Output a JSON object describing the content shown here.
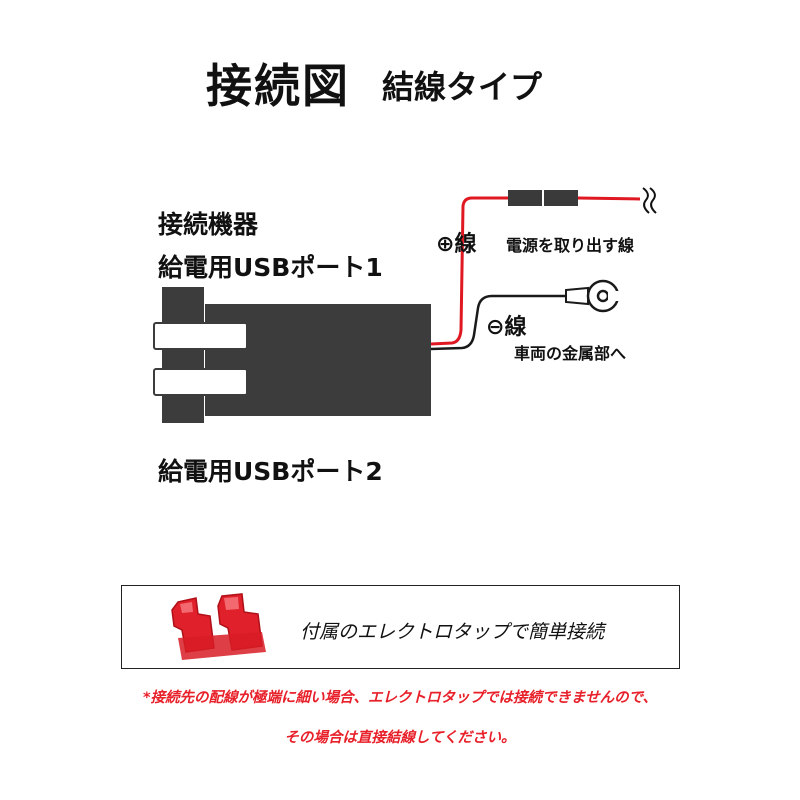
{
  "title": {
    "main": "接続図",
    "sub": "結線タイプ"
  },
  "device": {
    "label_line1": "接続機器",
    "label_line2": "給電用USBポート1",
    "port2_label": "給電用USBポート2"
  },
  "positive_wire": {
    "symbol": "⊕",
    "label": "線",
    "description": "電源を取り出す線"
  },
  "negative_wire": {
    "symbol": "⊖",
    "label": "線",
    "description": "車両の金属部へ"
  },
  "note": {
    "text": "付属のエレクトロタップで簡単接続"
  },
  "warning": {
    "line1": "*接続先の配線が極端に細い場合、エレクトロタップでは接続できませんので、",
    "line2": "その場合は直接結線してください。"
  },
  "colors": {
    "positive_wire": "#e01822",
    "negative_wire": "#1a1a1a",
    "device_body": "#3c3c3c",
    "warning_text": "#e8202a",
    "tap_connector": "#e0202a"
  }
}
